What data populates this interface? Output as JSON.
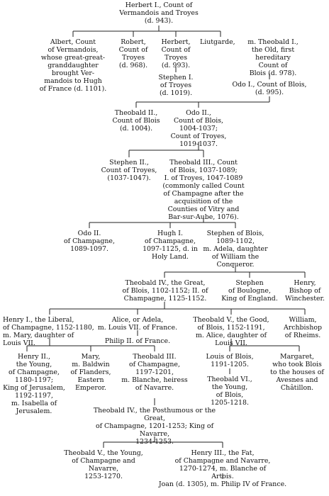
{
  "tree": {
    "herbert1": "Herbert I., Count of\nVermandois and Troyes\n(d. 943).",
    "albert": "Albert, Count\nof Vermandois,\nwhose great-great-\ngranddaughter\nbrought Ver-\nmandois to Hugh\nof France (d. 1101).",
    "robert": "Robert,\nCount of\nTroyes\n(d. 968).",
    "herbert2": "Herbert,\nCount of\nTroyes\n(d. 993).",
    "liutgarde": "Liutgarde,",
    "theobald1": "m. Theobald I.,\nthe Old, first\nhereditary\nCount of\nBlois (d. 978).",
    "stephen1": "Stephen I.\nof Troyes\n(d. 1019).",
    "odo1": "Odo I., Count of Blois,\n(d. 995).",
    "theobald2": "Theobald II.,\nCount of Blois\n(d. 1004).",
    "odo2a": "Odo II.,\nCount of Blois,\n1004-1037;\nCount of Troyes,\n1019-1037.",
    "stephen2": "Stephen II.,\nCount of Troyes,\n(1037-1047).",
    "theobald3": "Theobald III., Count\nof Blois, 1037-1089;\nI. of Troyes, 1047-1089\n(commonly called Count\nof Champagne after the\nacquisition of the\nCounties of Vitry and\nBar-sur-Aube, 1076).",
    "odo2b": "Odo II.\nof Champagne,\n1089-1097.",
    "hugh1": "Hugh I.\nof Champagne,\n1097-1125, d. in\nHoly Land.",
    "stephenblois": "Stephen of Blois,\n1089-1102,\nm. Adela, daughter\nof William the\nConqueror.",
    "theobald4": "Theobald IV., the Great,\nof Blois, 1102-1152; II. of\nChampagne, 1125-1152.",
    "stephenboulogne": "Stephen\nof Boulogne,\nKing of England.",
    "henrybishop": "Henry,\nBishop of\nWinchester.",
    "henry1": "Henry I., the Liberal,\nof Champagne, 1152-1180,\nm. Mary, daughter of\nLouis VII.",
    "alice": "Alice, or Adela,\nm. Louis VII. of France.",
    "philip2": "Philip II. of France.",
    "theobald5blois": "Theobald V., the Good,\nof Blois, 1152-1191,\nm. Alice, daughter of\nLouis VII.",
    "william": "William,\nArchbishop\nof Rheims.",
    "henry2": "Henry II.,\nthe Young,\nof Champagne,\n1180-1197;\nKing of Jerusalem,\n1192-1197,\nm. Isabella of\nJerusalem.",
    "mary": "Mary,\nm. Baldwin\nof Flanders,\nEastern\nEmperor.",
    "theobald3champ": "Theobald III.\nof Champagne,\n1197-1201,\nm. Blanche, heiress\nof Navarre.",
    "louisblois": "Louis of Blois,\n1191-1205.",
    "margaret": "Margaret,\nwho took Blois\nto the houses of\nAvesnes and\nChâtillon.",
    "theobald6": "Theobald VI.,\nthe Young,\nof Blois,\n1205-1218.",
    "theobald4champ": "Theobald IV., the Posthumous or the Great,\nof Champagne, 1201-1253; King of Navarre,\n1234-1253.",
    "theobald5champ": "Theobald V., the Young,\nof Champagne and Navarre,\n1253-1270.",
    "henry3": "Henry III., the Fat,\nof Champagne and Navarre,\n1270-1274, m. Blanche of Artois.",
    "joan": "Joan (d. 1305), m. Philip IV of France."
  }
}
